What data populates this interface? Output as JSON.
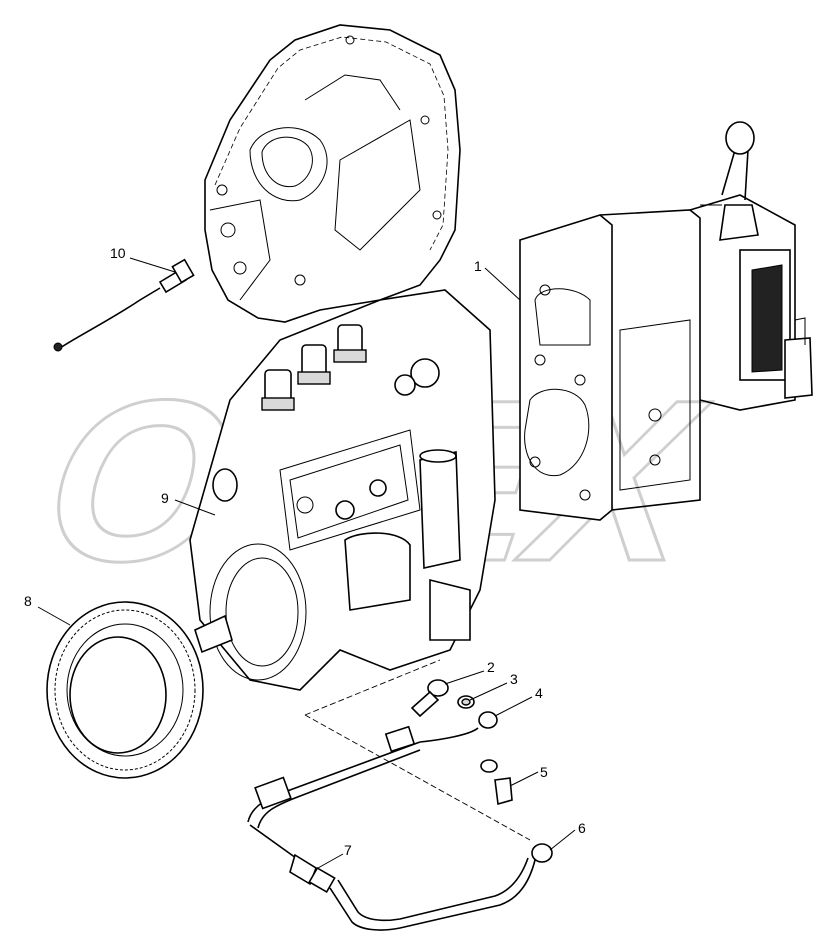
{
  "callouts": [
    {
      "id": "c1",
      "label": "1"
    },
    {
      "id": "c2",
      "label": "2"
    },
    {
      "id": "c3",
      "label": "3"
    },
    {
      "id": "c4",
      "label": "4"
    },
    {
      "id": "c5",
      "label": "5"
    },
    {
      "id": "c6",
      "label": "6"
    },
    {
      "id": "c7",
      "label": "7"
    },
    {
      "id": "c8",
      "label": "8"
    },
    {
      "id": "c9",
      "label": "9"
    },
    {
      "id": "c10",
      "label": "10"
    }
  ],
  "watermark": {
    "text": "OPEX"
  },
  "colors": {
    "line": "#000000",
    "background": "#ffffff",
    "watermark": "#cfcfcf"
  }
}
